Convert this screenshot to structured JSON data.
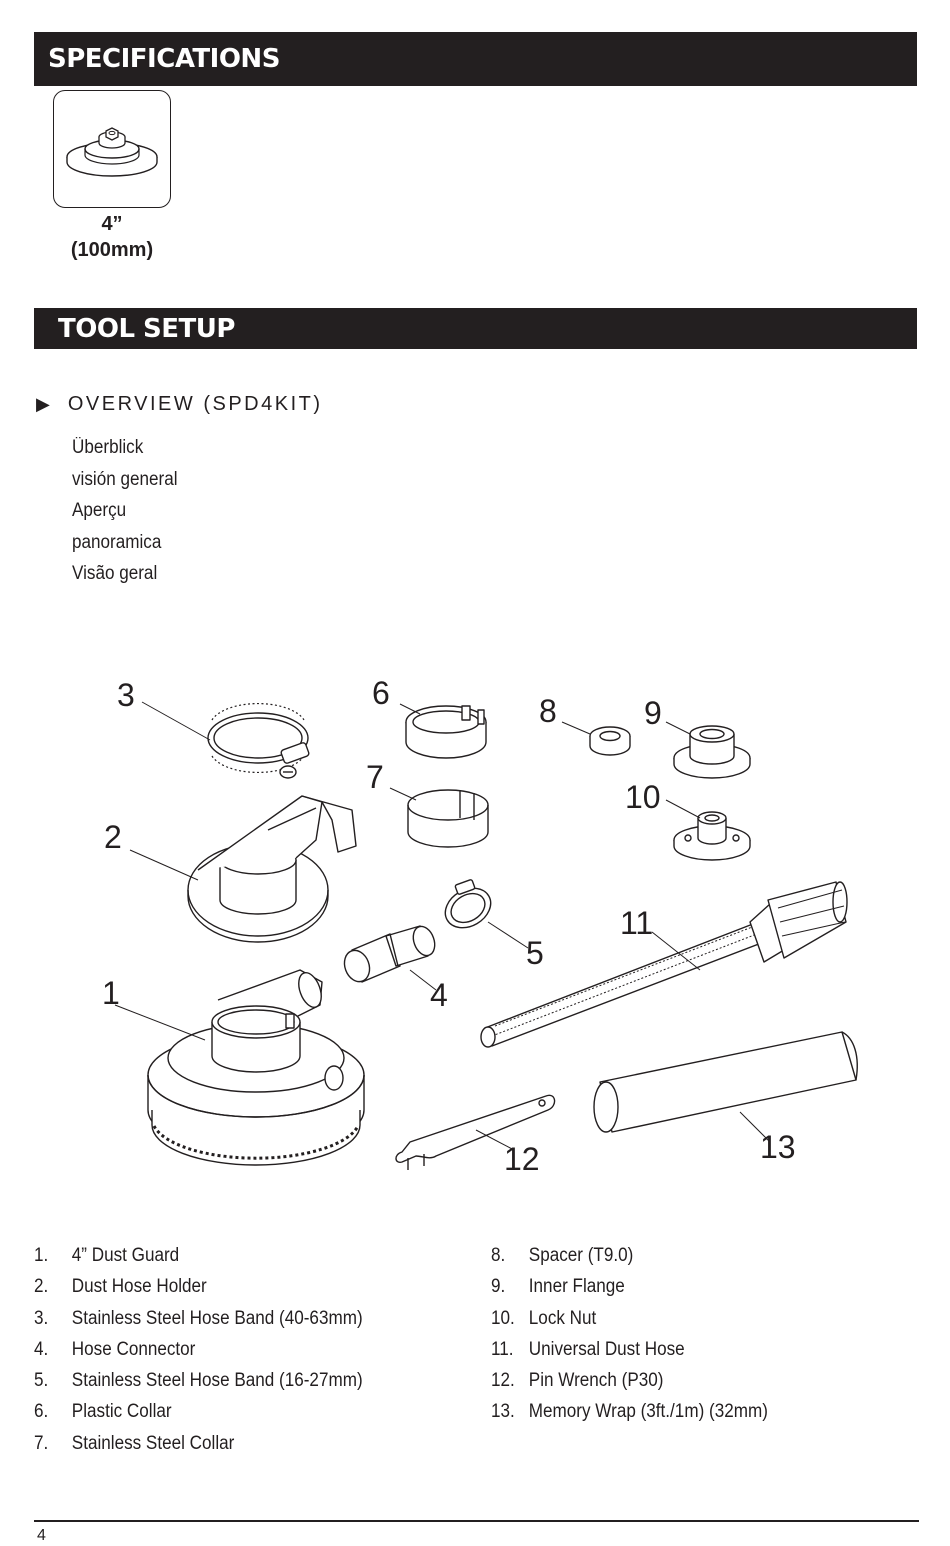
{
  "sections": {
    "specifications": "SPECIFICATIONS",
    "tool_setup": "TOOL SETUP"
  },
  "spec": {
    "size_in": "4”",
    "size_mm": "(100mm)",
    "icon": "dust-guard-icon"
  },
  "overview": {
    "heading": "OVERVIEW (SPD4KIT)",
    "translations": [
      "Überblick",
      "visión general",
      "Aperçu",
      "panoramica",
      "Visão geral"
    ]
  },
  "callouts": [
    "1",
    "2",
    "3",
    "4",
    "5",
    "6",
    "7",
    "8",
    "9",
    "10",
    "11",
    "12",
    "13"
  ],
  "parts_left": [
    {
      "num": "1.",
      "label": "4” Dust Guard"
    },
    {
      "num": "2.",
      "label": "Dust Hose Holder"
    },
    {
      "num": "3.",
      "label": "Stainless Steel Hose Band (40-63mm)"
    },
    {
      "num": "4.",
      "label": "Hose Connector"
    },
    {
      "num": "5.",
      "label": "Stainless Steel Hose Band (16-27mm)"
    },
    {
      "num": "6.",
      "label": "Plastic Collar"
    },
    {
      "num": "7.",
      "label": "Stainless Steel Collar"
    }
  ],
  "parts_right": [
    {
      "num": "8.",
      "label": "Spacer (T9.0)"
    },
    {
      "num": "9.",
      "label": "Inner Flange"
    },
    {
      "num": "10.",
      "label": "Lock Nut"
    },
    {
      "num": "11.",
      "label": "Universal Dust Hose"
    },
    {
      "num": "12.",
      "label": "Pin Wrench (P30)"
    },
    {
      "num": "13.",
      "label": "Memory Wrap (3ft./1m) (32mm)"
    }
  ],
  "page_number": "4"
}
